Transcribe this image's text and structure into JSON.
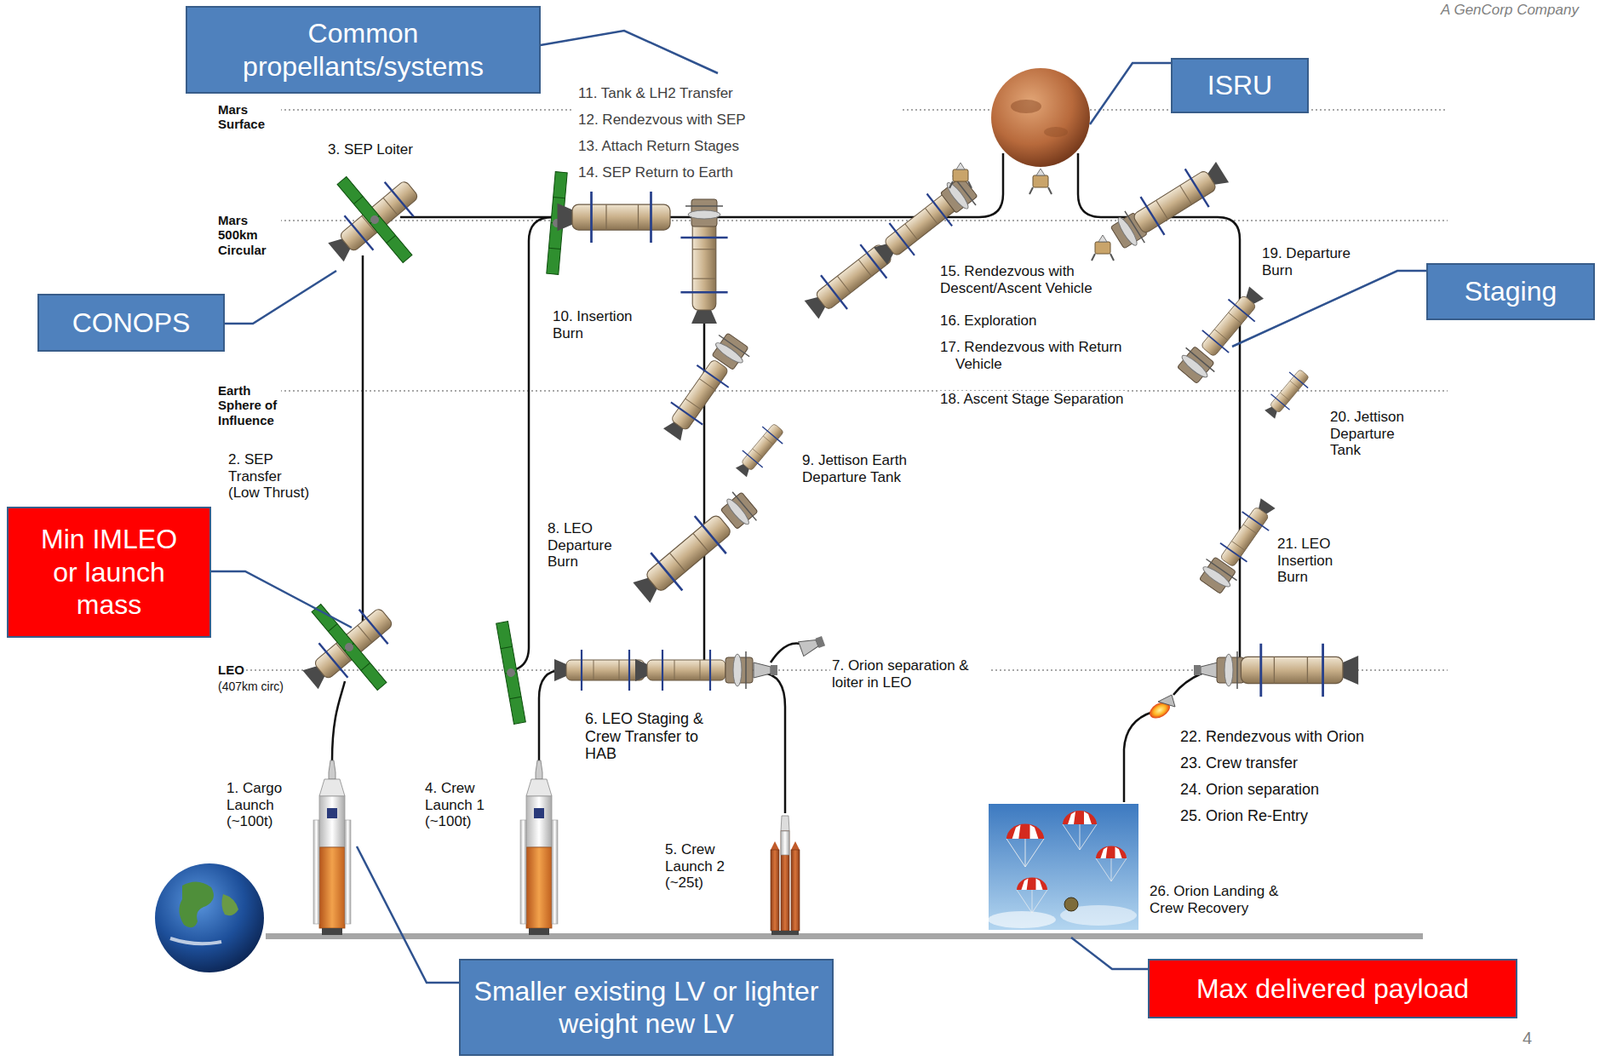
{
  "diagram": {
    "nodes": [
      {
        "text": [
          "Common propellants/systems"
        ]
      },
      {
        "text": [
          "ISRU"
        ]
      },
      {
        "text": [
          "CONOPS"
        ]
      },
      {
        "text": [
          "Staging"
        ]
      },
      {
        "text": [
          "Min IMLEO or launch mass"
        ]
      },
      {
        "text": [
          "Smaller existing LV or lighter weight new LV"
        ]
      },
      {
        "text": [
          "Max delivered payload"
        ]
      }
    ],
    "labels": [
      "A GenCorp Company",
      "Mars Surface",
      "Mars 500km Circular",
      "Earth Sphere of Influence",
      "LEO",
      "(407km circ)",
      "1. Cargo Launch (~100t)",
      "2. SEP Transfer (Low Thrust)",
      "3. SEP Loiter",
      "4. Crew Launch 1 (~100t)",
      "5. Crew Launch 2 (~25t)",
      "6. LEO Staging & Crew Transfer to HAB",
      "7. Orion separation & loiter in LEO",
      "8. LEO Departure Burn",
      "9. Jettison Earth Departure Tank",
      "10. Insertion Burn",
      "11. Tank & LH2 Transfer",
      "12. Rendezvous with SEP",
      "13. Attach Return Stages",
      "14. SEP Return to Earth",
      "15. Rendezvous with Descent/Ascent Vehicle",
      "16. Exploration",
      "17. Rendezvous with Return Vehicle",
      "18. Ascent Stage Separation",
      "19. Departure Burn",
      "20. Jettison Departure Tank",
      "21. LEO Insertion Burn",
      "22. Rendezvous with Orion",
      "23. Crew transfer",
      "24. Orion separation",
      "25. Orion Re-Entry",
      "26. Orion Landing & Crew Recovery",
      "4"
    ]
  }
}
